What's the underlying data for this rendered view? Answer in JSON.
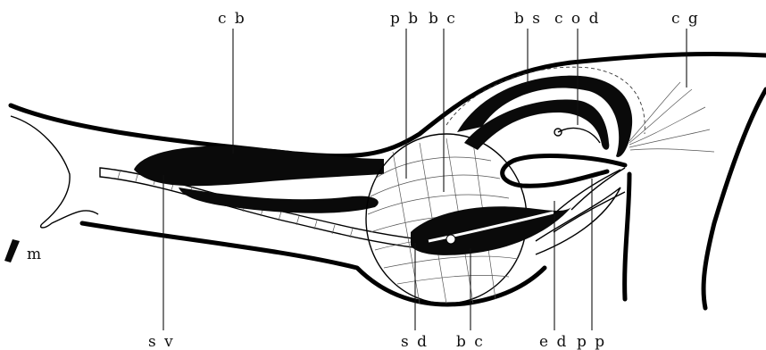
{
  "labels": {
    "cb": "c b",
    "pb": "p b",
    "bc_top": "b c",
    "bs": "b s",
    "cod": "c o d",
    "cg": "c g",
    "m": "m",
    "sv": "s v",
    "sd": "s d",
    "bc_bottom": "b c",
    "ed": "e d",
    "pp": "p p"
  }
}
